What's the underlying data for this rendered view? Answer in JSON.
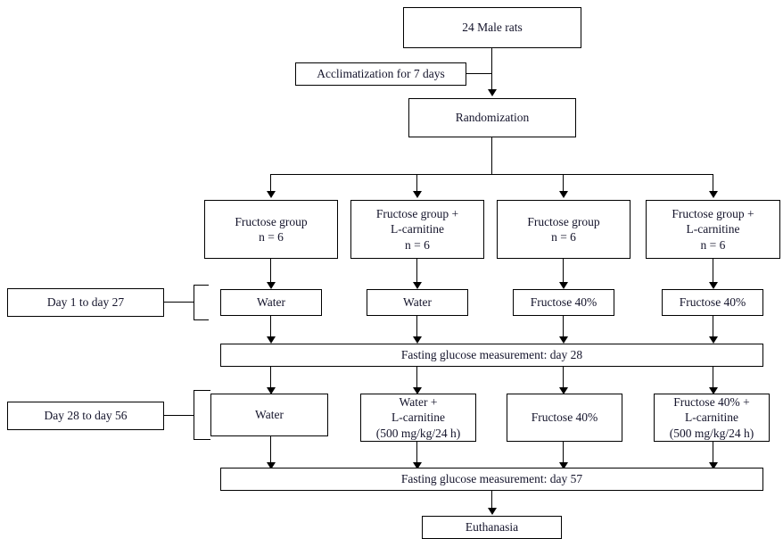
{
  "diagram": {
    "title": "Experimental design flowchart",
    "colors": {
      "stroke": "#000000",
      "text": "#14142b",
      "background": "#ffffff"
    },
    "nodes": {
      "top": "24 Male rats",
      "acclimatization": "Acclimatization for 7 days",
      "randomization": "Randomization",
      "groups": [
        "Fructose group\nn = 6",
        "Fructose group +\nL-carnitine\nn = 6",
        "Fructose group\nn = 6",
        "Fructose group +\nL-carnitine\nn = 6"
      ],
      "phase1_label": "Day 1 to day  27",
      "phase1_treatments": [
        "Water",
        "Water",
        "Fructose 40%",
        "Fructose 40%"
      ],
      "measurement1": "Fasting glucose measurement: day 28",
      "phase2_label": "Day 28 to day 56",
      "phase2_treatments": [
        "Water",
        "Water +\nL-carnitine\n(500 mg/kg/24 h)",
        "Fructose 40%",
        "Fructose 40% +\nL-carnitine\n(500 mg/kg/24 h)"
      ],
      "measurement2": "Fasting glucose measurement: day 57",
      "euthanasia": "Euthanasia"
    }
  }
}
